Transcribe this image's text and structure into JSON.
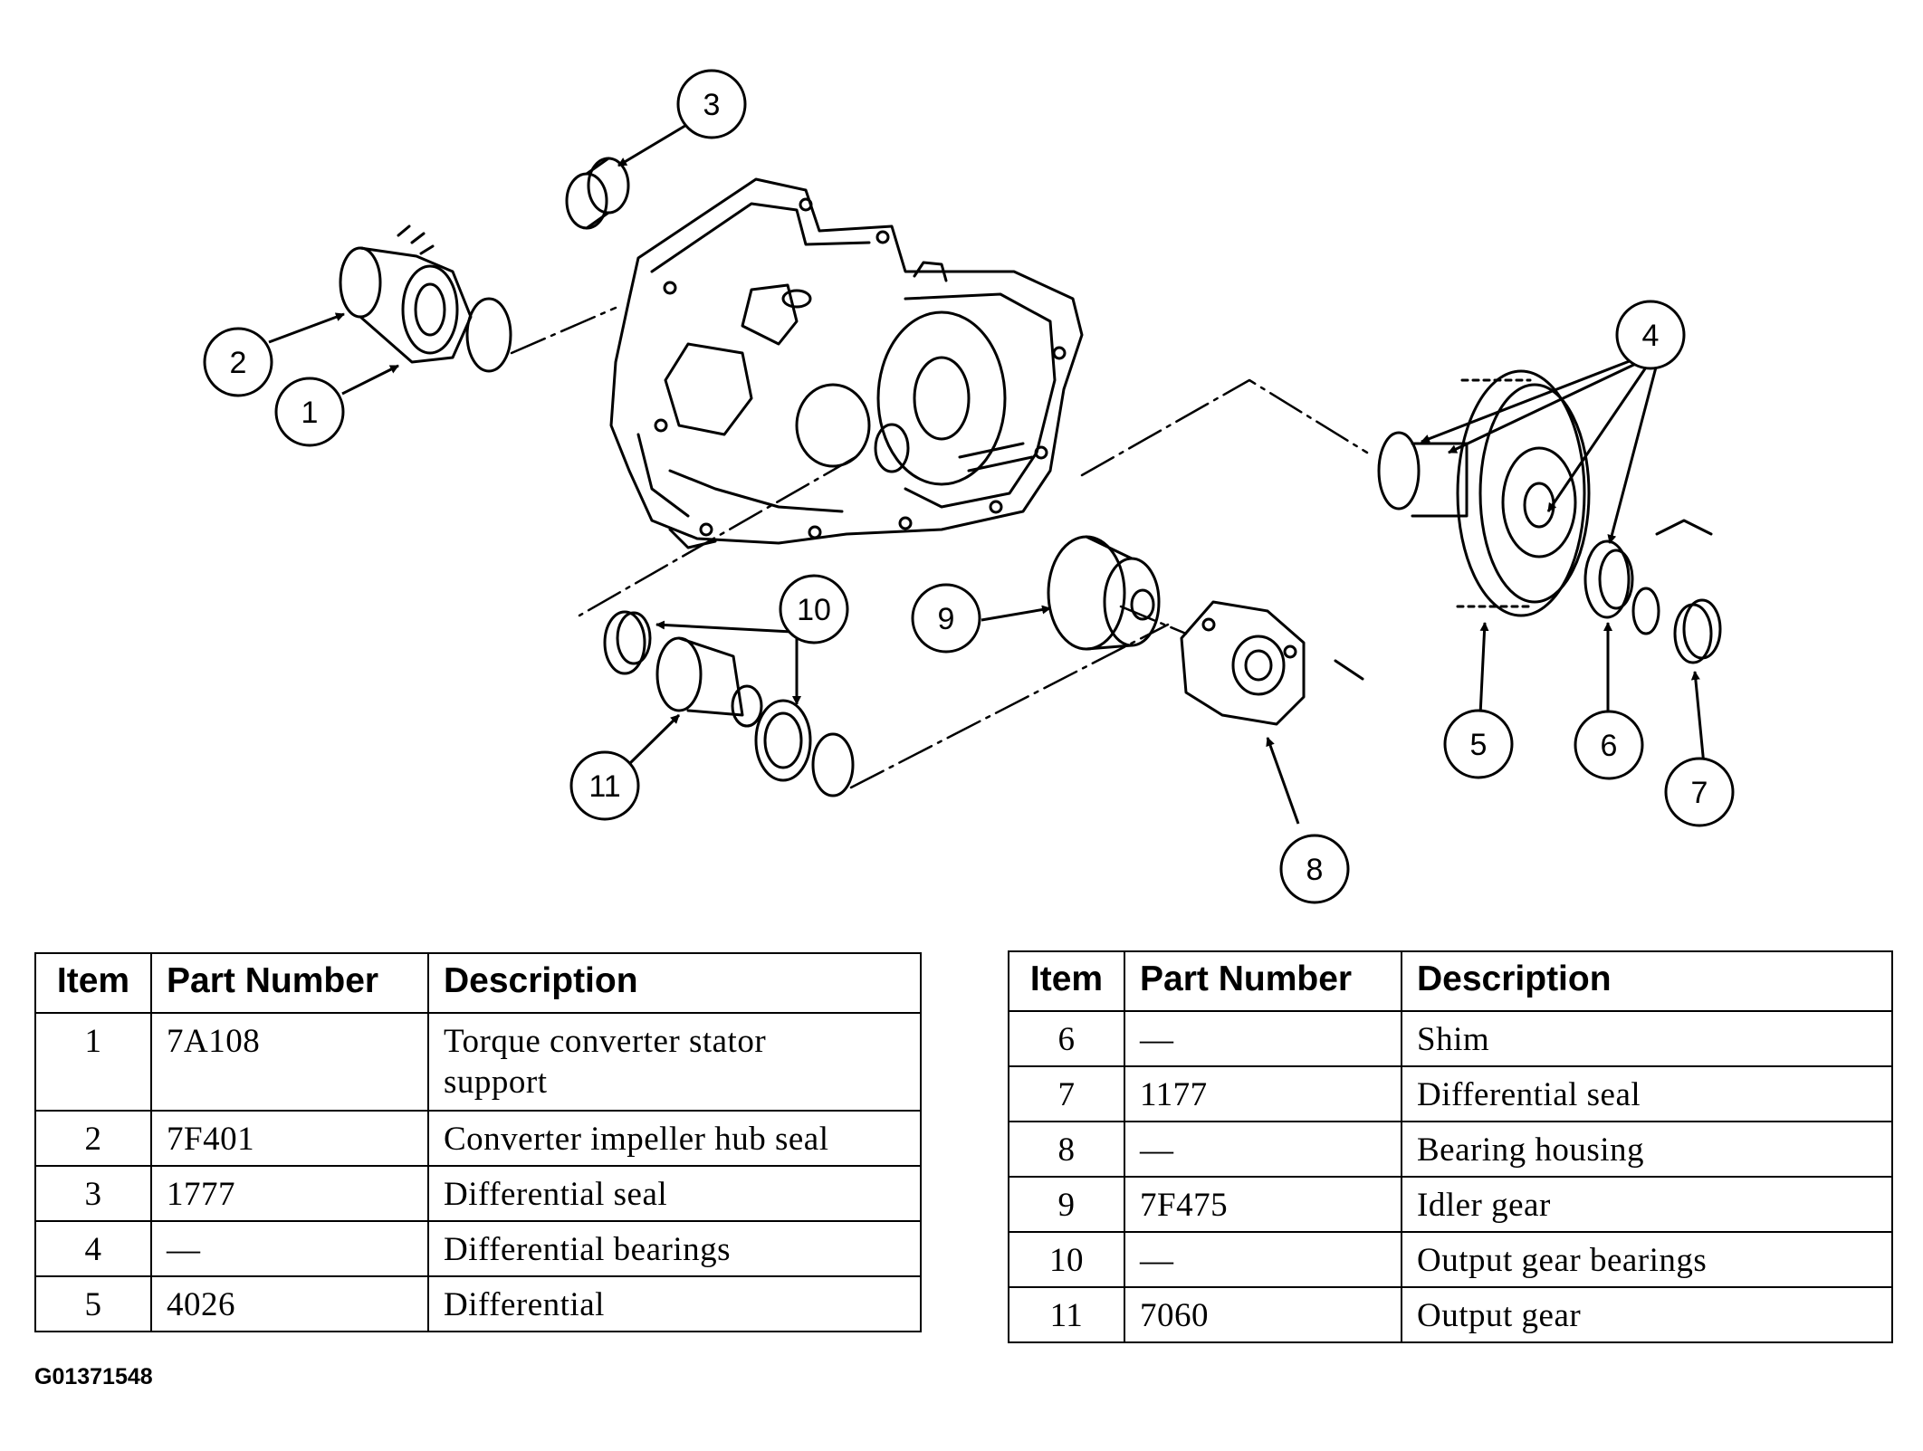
{
  "callouts": [
    {
      "id": "c1",
      "label": "1"
    },
    {
      "id": "c2",
      "label": "2"
    },
    {
      "id": "c3",
      "label": "3"
    },
    {
      "id": "c4",
      "label": "4"
    },
    {
      "id": "c5",
      "label": "5"
    },
    {
      "id": "c6",
      "label": "6"
    },
    {
      "id": "c7",
      "label": "7"
    },
    {
      "id": "c8",
      "label": "8"
    },
    {
      "id": "c9",
      "label": "9"
    },
    {
      "id": "c10",
      "label": "10"
    },
    {
      "id": "c11",
      "label": "11"
    }
  ],
  "table_headers": {
    "item": "Item",
    "part_number": "Part Number",
    "description": "Description"
  },
  "table_left": [
    {
      "item": "1",
      "part_number": "7A108",
      "description": "Torque converter stator support"
    },
    {
      "item": "2",
      "part_number": "7F401",
      "description": "Converter impeller hub seal"
    },
    {
      "item": "3",
      "part_number": "1777",
      "description": "Differential seal"
    },
    {
      "item": "4",
      "part_number": "—",
      "description": "Differential bearings"
    },
    {
      "item": "5",
      "part_number": "4026",
      "description": "Differential"
    }
  ],
  "table_right": [
    {
      "item": "6",
      "part_number": "—",
      "description": "Shim"
    },
    {
      "item": "7",
      "part_number": "1177",
      "description": "Differential seal"
    },
    {
      "item": "8",
      "part_number": "—",
      "description": "Bearing housing"
    },
    {
      "item": "9",
      "part_number": "7F475",
      "description": "Idler gear"
    },
    {
      "item": "10",
      "part_number": "—",
      "description": "Output gear bearings"
    },
    {
      "item": "11",
      "part_number": "7060",
      "description": "Output gear"
    }
  ],
  "figure_code": "G01371548"
}
